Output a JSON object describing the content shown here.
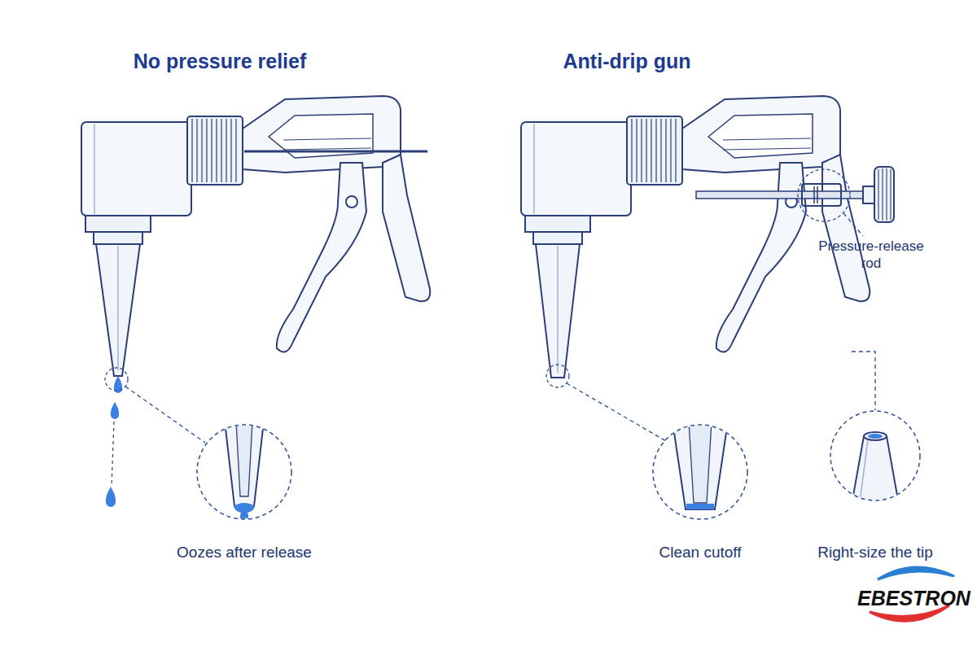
{
  "diagram": {
    "nodes": [
      {
        "text": [
          "Oozes after release"
        ]
      },
      {
        "text": [
          "Clean cutoff"
        ]
      },
      {
        "text": [
          "Right-size the tip"
        ]
      }
    ],
    "labels": [
      "No pressure relief",
      "Anti-drip gun",
      "Pressure-release rod",
      "EBESTRON"
    ]
  }
}
